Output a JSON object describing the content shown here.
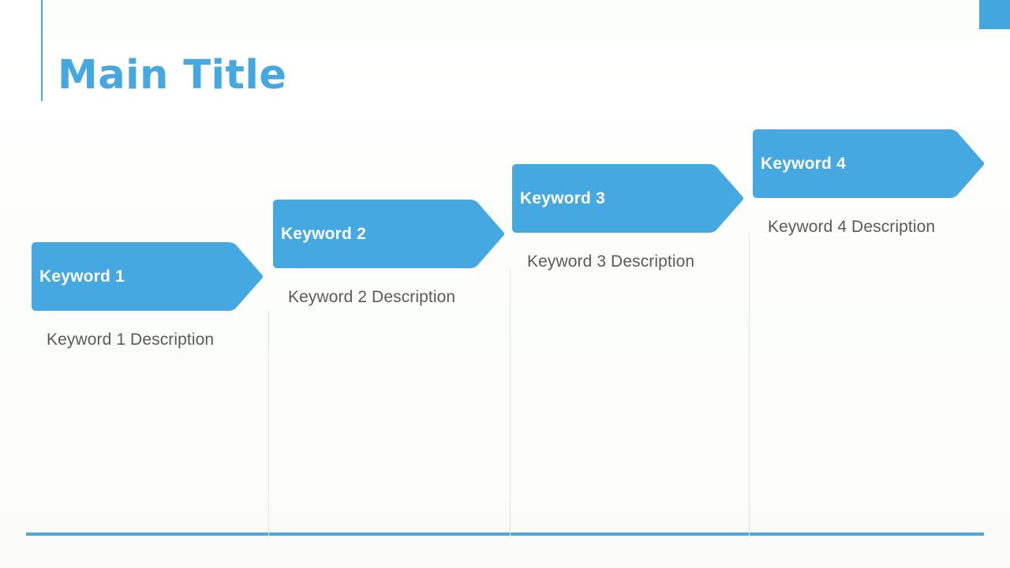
{
  "slide": {
    "title": "Main Title",
    "accent_color": "#45a8e0",
    "arrow_color": "#45a8e0",
    "description_color": "#5a5a5a",
    "divider_color": "#e2e4e4",
    "background_color": "#ffffff"
  },
  "decor": {
    "corner_square_name": "corner-accent-square",
    "title_rule_name": "title-accent-rule",
    "bottom_rule_name": "bottom-accent-rule"
  },
  "steps": [
    {
      "label": "Keyword 1",
      "description": "Keyword 1 Description",
      "index": "1"
    },
    {
      "label": "Keyword 2",
      "description": "Keyword 2 Description",
      "index": "2"
    },
    {
      "label": "Keyword 3",
      "description": "Keyword 3 Description",
      "index": "3"
    },
    {
      "label": "Keyword 4",
      "description": "Keyword 4 Description",
      "index": "4"
    }
  ]
}
